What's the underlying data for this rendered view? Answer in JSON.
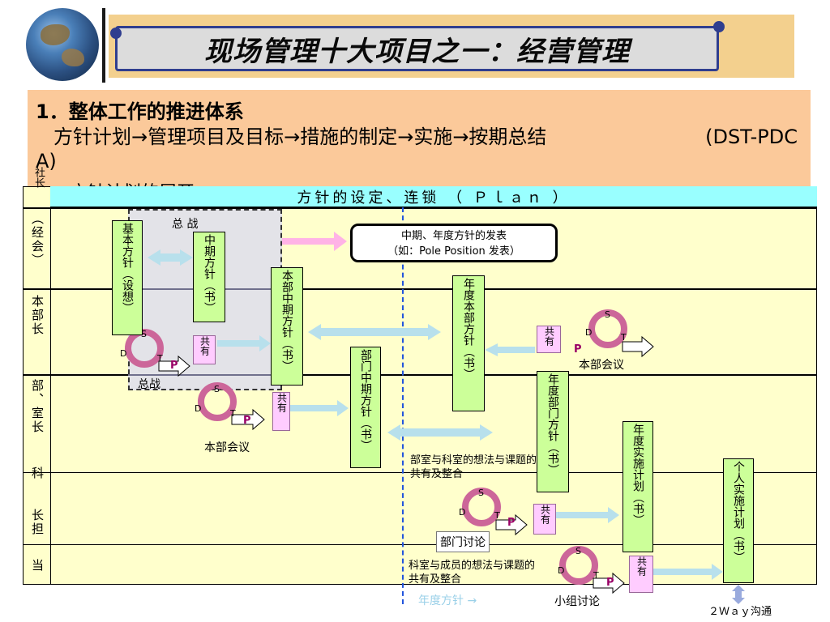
{
  "header": {
    "title": "现场管理十大项目之一：经营管理"
  },
  "intro": {
    "line1": "1．整体工作的推进体系",
    "line2_main": "方针计划→管理项目及目标→措施的制定→实施→按期总结",
    "line2_tail": "(DST-PDC",
    "line3": "A)",
    "line4": "方针计划的展开"
  },
  "diagram": {
    "plan_header": "方针的设定、连锁 （ Ｐｌａｎ ）",
    "rows": {
      "top": "社长",
      "r1": "（经会）",
      "r2": "本部长",
      "r3": "部、室长",
      "r4": "科",
      "r5": "长担",
      "r6": "当"
    },
    "boxes": {
      "basic_policy": "基本方针（设想）",
      "mid_policy": "中期方针（书）",
      "division_mid": "本部中期方针（书）",
      "dept_mid": "部门中期方针（书）",
      "annual_division": "年度本部方针（书）",
      "annual_dept": "年度部门方针（书）",
      "annual_impl": "年度实施计划（书）",
      "personal_impl": "个人实施计划（书）"
    },
    "share": "共有",
    "strategy_label": "总 战",
    "strategy_label2": "总战",
    "callout_line1": "中期、年度方针的发表",
    "callout_line2": "（如：Pole Position 发表）",
    "division_meeting": "本部会议",
    "division_meeting2": "本部会议",
    "dept_discussion": "部门讨论",
    "group_discussion": "小组讨论",
    "dept_share_text": "部室与科室的想法与课题的共有及整合",
    "section_share_text": "科室与成员的想法与课题的共有及整合",
    "annual_policy_arrow": "年度方针 →",
    "two_way": "２Ｗａｙ沟通",
    "cycle": {
      "s": "S",
      "d": "D",
      "t": "T",
      "p": "P"
    }
  }
}
